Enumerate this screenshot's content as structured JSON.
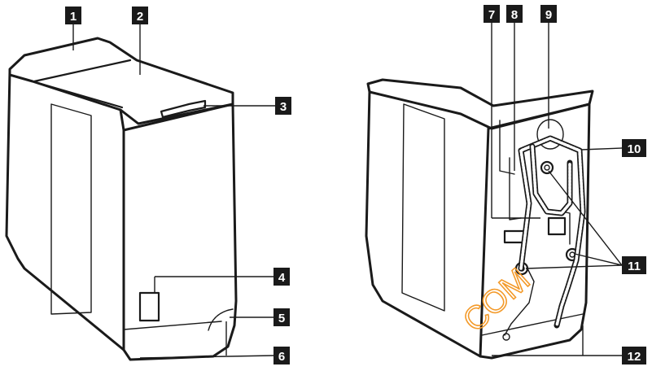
{
  "callouts": {
    "c1": "1",
    "c2": "2",
    "c3": "3",
    "c4": "4",
    "c5": "5",
    "c6": "6",
    "c7": "7",
    "c8": "8",
    "c9": "9",
    "c10": "10",
    "c11": "11",
    "c12": "12"
  },
  "watermark": "COM",
  "colors": {
    "outline": "#1a1a1a",
    "callout_box": "#1a1a1a",
    "callout_text": "#ffffff",
    "watermark": "#f39a2a"
  }
}
